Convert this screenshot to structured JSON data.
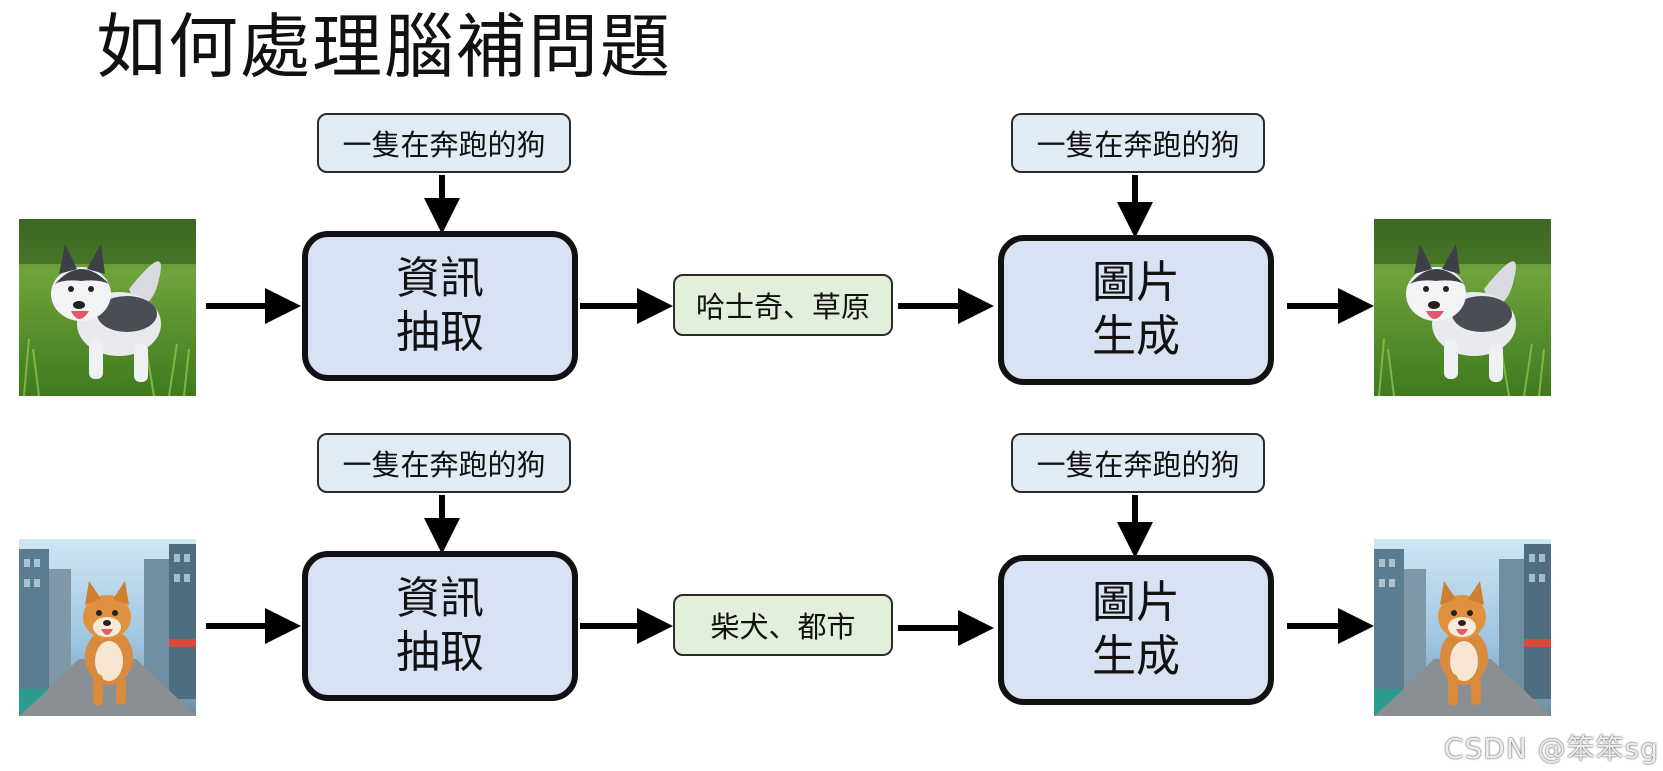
{
  "title": "如何處理腦補問題",
  "rows": [
    {
      "input_image": "husky-running-grass-photo",
      "prompt_left": "一隻在奔跑的狗",
      "extract_box": {
        "line1": "資訊",
        "line2": "抽取"
      },
      "extracted": "哈士奇、草原",
      "prompt_right": "一隻在奔跑的狗",
      "generate_box": {
        "line1": "圖片",
        "line2": "生成"
      },
      "output_image": "husky-running-grass-photo"
    },
    {
      "input_image": "shiba-running-city-photo",
      "prompt_left": "一隻在奔跑的狗",
      "extract_box": {
        "line1": "資訊",
        "line2": "抽取"
      },
      "extracted": "柴犬、都市",
      "prompt_right": "一隻在奔跑的狗",
      "generate_box": {
        "line1": "圖片",
        "line2": "生成"
      },
      "output_image": "shiba-running-city-photo"
    }
  ],
  "watermark": "CSDN @笨笨sg",
  "colors": {
    "prompt_fill": "#e0ebf6",
    "process_fill": "#d9e2f3",
    "extracted_fill": "#e2efda",
    "arrow": "#000000"
  }
}
